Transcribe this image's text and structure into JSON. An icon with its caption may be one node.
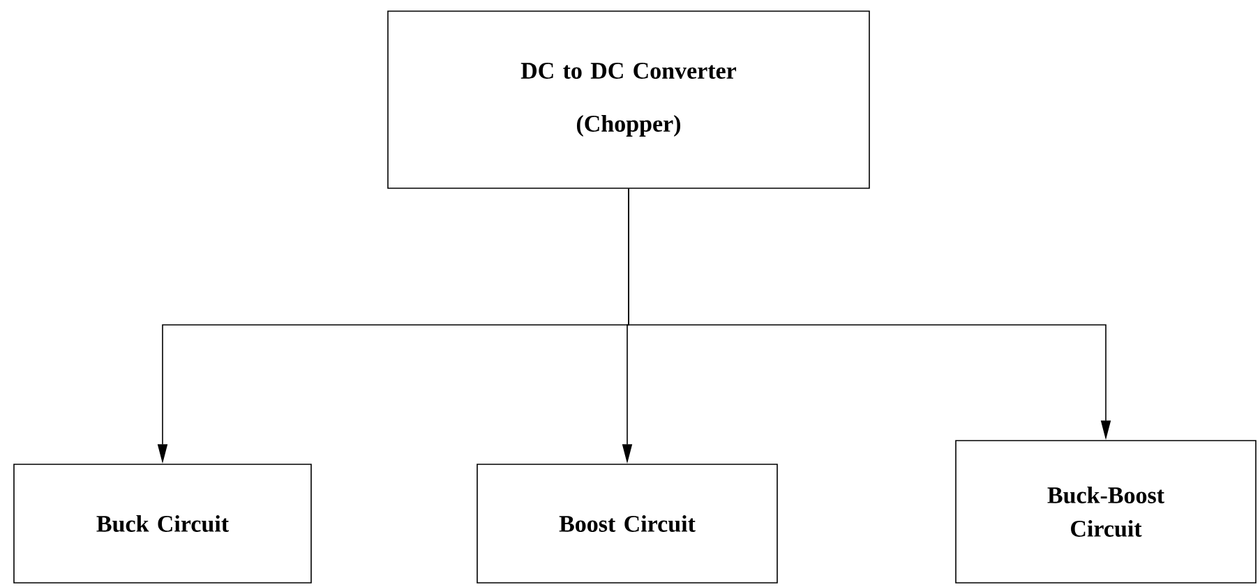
{
  "diagram": {
    "nodes": [
      {
        "text": [
          "DC to DC  Converter",
          "(Chopper)"
        ]
      },
      {
        "text": [
          "Buck Circuit"
        ]
      },
      {
        "text": [
          "Boost Circuit"
        ]
      },
      {
        "text": [
          "Buck-Boost Circuit"
        ]
      }
    ],
    "edges": [
      {
        "from": 0,
        "to": 1,
        "arrow": "to"
      },
      {
        "from": 0,
        "to": 2,
        "arrow": "to"
      },
      {
        "from": 0,
        "to": 3,
        "arrow": "to"
      }
    ]
  }
}
